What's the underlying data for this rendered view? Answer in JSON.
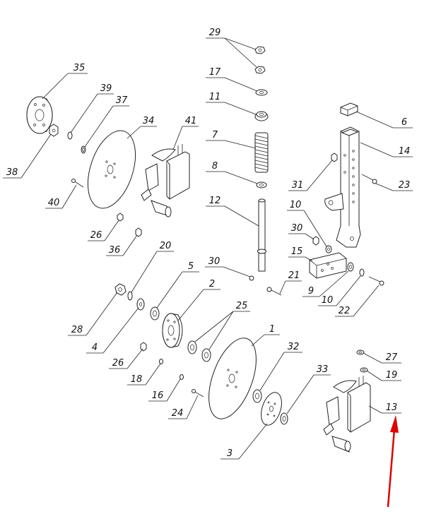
{
  "labels": {
    "l29": "29",
    "l17": "17",
    "l11": "11",
    "l7": "7",
    "l8": "8",
    "l12": "12",
    "l35": "35",
    "l39": "39",
    "l37": "37",
    "l34": "34",
    "l41": "41",
    "l38": "38",
    "l40": "40",
    "l26a": "26",
    "l36": "36",
    "l6": "6",
    "l14": "14",
    "l31": "31",
    "l23": "23",
    "l10a": "10",
    "l30a": "30",
    "l15": "15",
    "l21": "21",
    "l9": "9",
    "l10b": "10",
    "l22": "22",
    "l20": "20",
    "l5": "5",
    "l30b": "30",
    "l2": "2",
    "l25": "25",
    "l28": "28",
    "l4": "4",
    "l1": "1",
    "l32": "32",
    "l26b": "26",
    "l18": "18",
    "l16": "16",
    "l33": "33",
    "l27": "27",
    "l19": "19",
    "l13": "13",
    "l24": "24",
    "l3": "3"
  },
  "colors": {
    "line": "#222222",
    "pointer_arrow": "#e00000"
  },
  "pointer": {
    "icon": "red-arrow-icon",
    "target_label": "13"
  }
}
